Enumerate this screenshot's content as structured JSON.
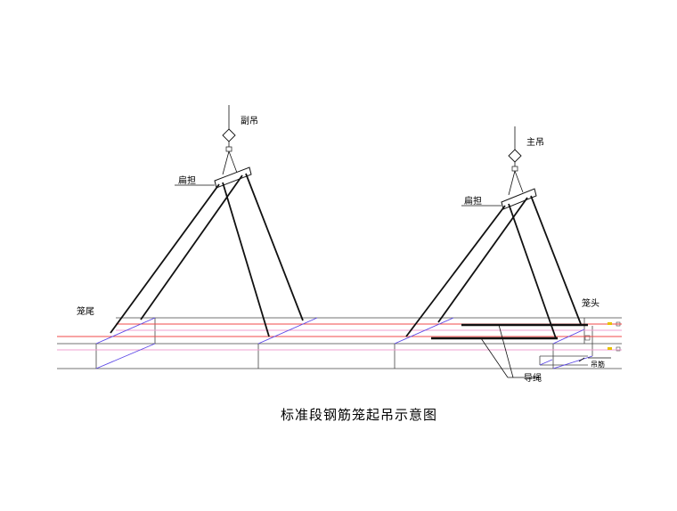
{
  "labels": {
    "aux_hoist": "副吊",
    "main_hoist": "主吊",
    "spreader_left": "扁担",
    "spreader_right": "扁担",
    "cage_tail": "笼尾",
    "cage_head": "笼头",
    "guide_rope": "导绳",
    "lifting_bar": "吊筋"
  },
  "caption": "标准段钢筋笼起吊示意图"
}
